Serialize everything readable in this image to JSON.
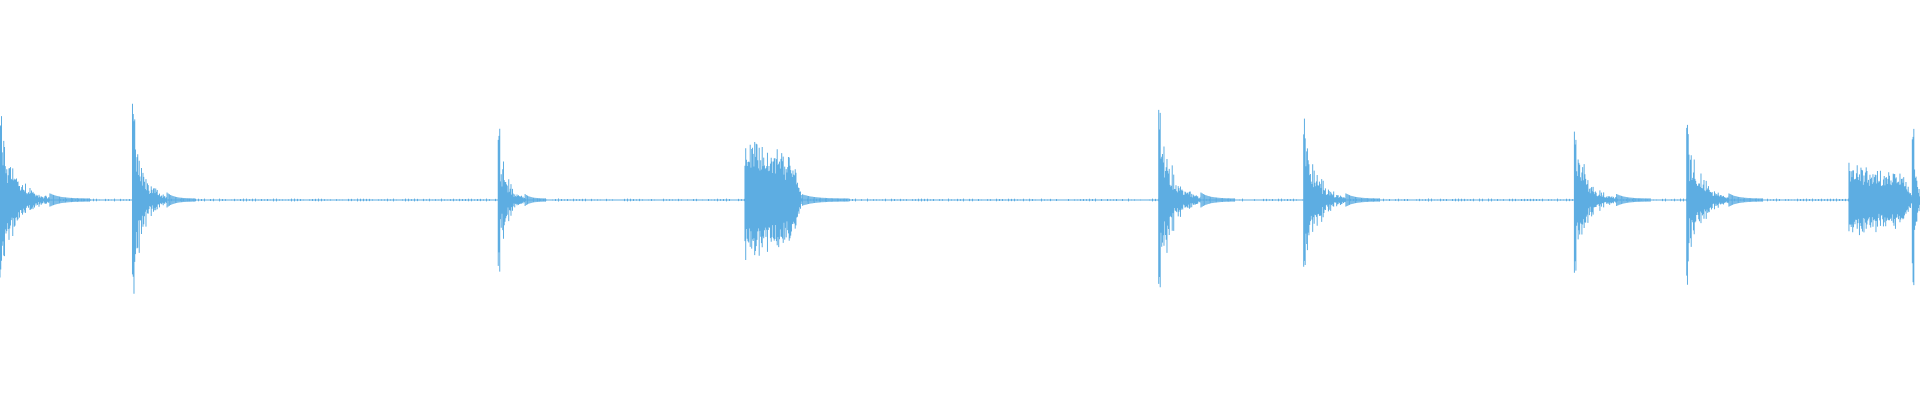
{
  "waveform": {
    "color": "#5dade2",
    "background": "#ffffff",
    "baseline_amplitude": 0.012,
    "bursts": [
      {
        "time": 0.0,
        "decay": 0.026,
        "peak": 0.86,
        "shape": "spiky"
      },
      {
        "time": 0.069,
        "decay": 0.018,
        "peak": 1.0,
        "shape": "spiky"
      },
      {
        "time": 0.2595,
        "decay": 0.014,
        "peak": 0.74,
        "shape": "spiky"
      },
      {
        "time": 0.388,
        "decay": 0.03,
        "peak": 0.7,
        "shape": "dense"
      },
      {
        "time": 0.6035,
        "decay": 0.022,
        "peak": 1.0,
        "shape": "spiky"
      },
      {
        "time": 0.679,
        "decay": 0.022,
        "peak": 0.86,
        "shape": "spiky"
      },
      {
        "time": 0.82,
        "decay": 0.022,
        "peak": 0.76,
        "shape": "spiky"
      },
      {
        "time": 0.8785,
        "decay": 0.022,
        "peak": 0.86,
        "shape": "spiky"
      },
      {
        "time": 0.963,
        "decay": 0.034,
        "peak": 0.42,
        "shape": "dense"
      },
      {
        "time": 0.996,
        "decay": 0.006,
        "peak": 0.86,
        "shape": "spiky"
      }
    ]
  }
}
